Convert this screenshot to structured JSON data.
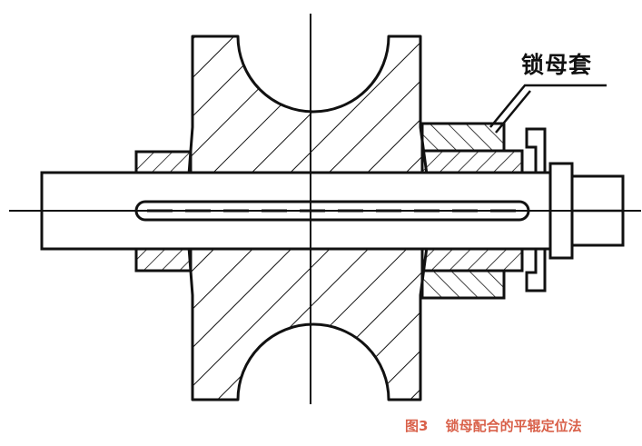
{
  "labels": {
    "part": "锁母套"
  },
  "caption": {
    "number": "图3",
    "text": "锁母配合的平辊定位法"
  },
  "colors": {
    "line": "#111111",
    "caption": "#d9614a",
    "background": "#ffffff"
  }
}
